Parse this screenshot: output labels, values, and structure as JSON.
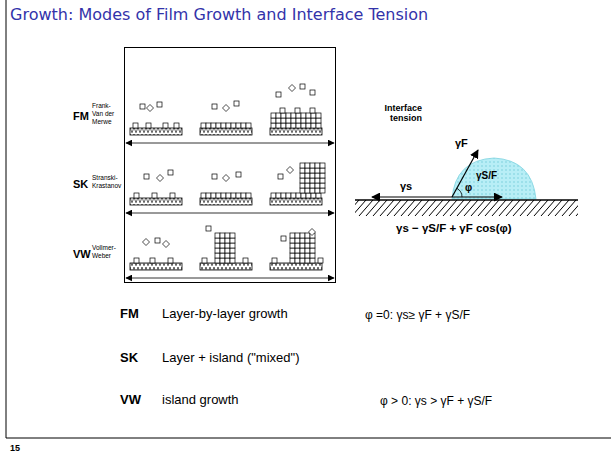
{
  "diagram": {
    "title": "Growth: Modes of Film Growth and Interface Tension",
    "nodes": [
      {
        "text": [
          "FM",
          "Frank- Van der Merwe",
          "SK",
          "Stranski- Krastanov",
          "VW",
          "Vollmer- Weber"
        ]
      }
    ],
    "labels": [
      "Interface tension",
      "γF",
      "γs",
      "φ",
      "γS/F",
      "γs − γS/F + γF cos(φ)",
      "FM",
      "Layer-by-layer growth",
      "φ =0: γs≥ γF + γS/F",
      "SK",
      "Layer + island (\"mixed\")",
      "VW",
      "island growth",
      "φ > 0: γs > γF + γS/F",
      "15"
    ]
  }
}
